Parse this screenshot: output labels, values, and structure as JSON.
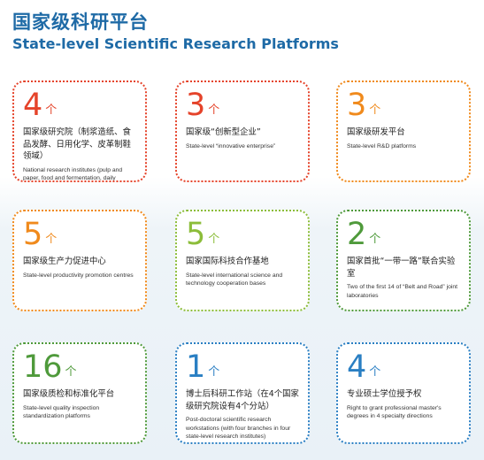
{
  "header": {
    "title_cn": "国家级科研平台",
    "title_en": "State-level Scientific Research Platforms"
  },
  "unit": "个",
  "cards": [
    {
      "number": "4",
      "color": "#e5432a",
      "cn": "国家级研究院（制浆造纸、食品发酵、日用化学、皮革制鞋领域）",
      "en": "National research institutes (pulp and paper, food and fermentation, daily chemistry, leather and footwear)"
    },
    {
      "number": "3",
      "color": "#e5432a",
      "cn": "国家级“创新型企业”",
      "en": "State-level “innovative enterprise”"
    },
    {
      "number": "3",
      "color": "#f08a1c",
      "cn": "国家级研发平台",
      "en": "State-level R&D platforms"
    },
    {
      "number": "5",
      "color": "#f08a1c",
      "cn": "国家级生产力促进中心",
      "en": "State-level productivity promotion centres"
    },
    {
      "number": "5",
      "color": "#8cbd3a",
      "cn": "国家国际科技合作基地",
      "en": "State-level international science and technology cooperation bases"
    },
    {
      "number": "2",
      "color": "#4f9a3b",
      "cn": "国家首批“一带一路”联合实验室",
      "en": "Two of the first 14 of “Belt and Road” joint laboratories"
    },
    {
      "number": "16",
      "color": "#4f9a3b",
      "cn": "国家级质检和标准化平台",
      "en": "State-level quality inspection standardization platforms"
    },
    {
      "number": "1",
      "color": "#2a7fc3",
      "cn": "博士后科研工作站（在4个国家级研究院设有4个分站）",
      "en": "Post-doctoral scientific research workstations (with four branches in four state-level research institutes)"
    },
    {
      "number": "4",
      "color": "#2a7fc3",
      "cn": "专业硕士学位授予权",
      "en": "Right to grant professional master's degrees in 4 specialty directions"
    }
  ]
}
